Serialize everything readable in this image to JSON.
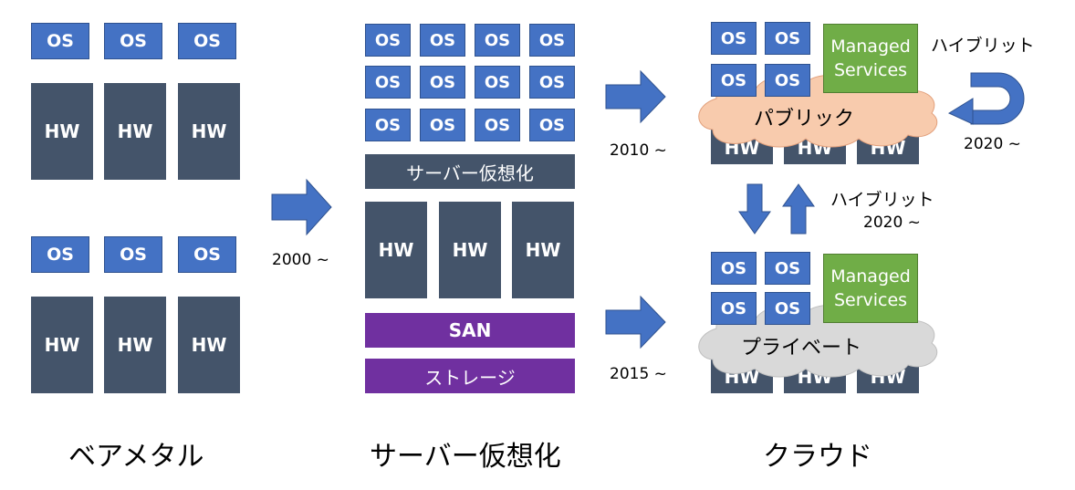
{
  "labels": {
    "os": "OS",
    "hw": "HW",
    "server_virt": "サーバー仮想化",
    "san": "SAN",
    "storage": "ストレージ",
    "managed_line1": "Managed",
    "managed_line2": "Services",
    "public": "パブリック",
    "private": "プライベート",
    "hybrid": "ハイブリット"
  },
  "years": {
    "y2000": "2000 ~",
    "y2010": "2010 ~",
    "y2015": "2015 ~",
    "y2020": "2020 ~"
  },
  "captions": {
    "baremetal": "ベアメタル",
    "virtualization": "サーバー仮想化",
    "cloud": "クラウド"
  },
  "colors": {
    "os_blue": "#4472c4",
    "hw_gray": "#44546a",
    "storage_purple": "#7030a0",
    "managed_green": "#70ad47",
    "public_cloud": "#f8cbad",
    "private_cloud": "#d9d9d9",
    "arrow_blue": "#4472c4"
  }
}
